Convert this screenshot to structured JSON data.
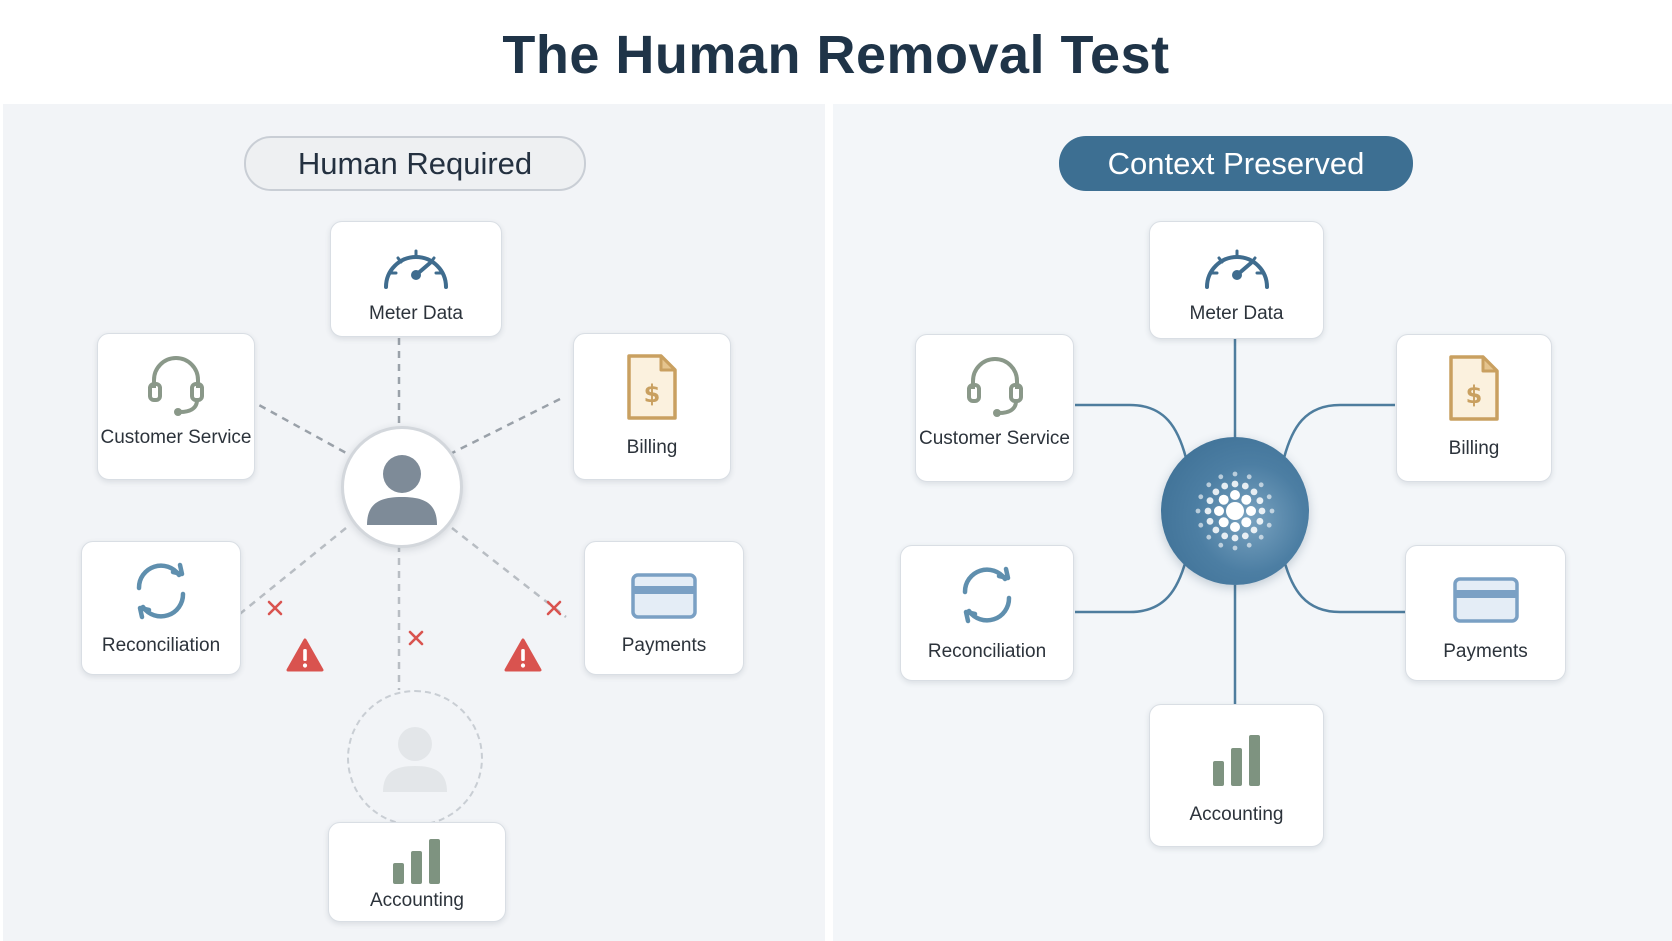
{
  "title": "The Human Removal Test",
  "colors": {
    "accent": "#3d6f92",
    "connector": "#4e7d9e",
    "broken_link": "#c9cdd2",
    "warning": "#d9534f",
    "meter_icon": "#3f6c8e",
    "billing_icon": "#c9a060",
    "payments_icon": "#7aa0c4",
    "accounting_icon": "#7e9380",
    "service_icon": "#8a9889"
  },
  "left_panel": {
    "label": "Human Required",
    "hub": "person-icon",
    "nodes": {
      "meter_data": {
        "label": "Meter Data",
        "icon": "gauge-icon"
      },
      "customer_service": {
        "label": "Customer Service",
        "icon": "headset-icon"
      },
      "billing": {
        "label": "Billing",
        "icon": "invoice-icon"
      },
      "reconciliation": {
        "label": "Reconciliation",
        "icon": "sync-icon"
      },
      "payments": {
        "label": "Payments",
        "icon": "credit-card-icon"
      },
      "accounting": {
        "label": "Accounting",
        "icon": "bar-chart-icon"
      }
    },
    "removed_person": "person-icon",
    "break_markers": "x-icon",
    "warnings": "warning-icon"
  },
  "right_panel": {
    "label": "Context Preserved",
    "hub": "context-core-icon",
    "nodes": {
      "meter_data": {
        "label": "Meter Data",
        "icon": "gauge-icon"
      },
      "customer_service": {
        "label": "Customer Service",
        "icon": "headset-icon"
      },
      "billing": {
        "label": "Billing",
        "icon": "invoice-icon"
      },
      "reconciliation": {
        "label": "Reconciliation",
        "icon": "sync-icon"
      },
      "payments": {
        "label": "Payments",
        "icon": "credit-card-icon"
      },
      "accounting": {
        "label": "Accounting",
        "icon": "bar-chart-icon"
      }
    }
  }
}
